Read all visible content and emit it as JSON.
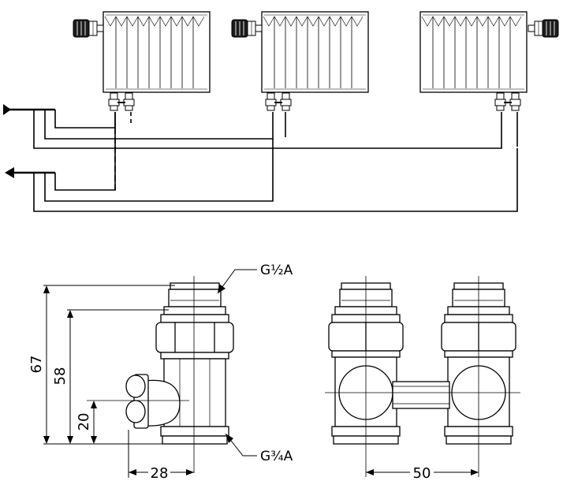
{
  "labels": {
    "thread_top": "G½A",
    "thread_bottom": "G¾A"
  },
  "dimensions": {
    "overall_height": "67",
    "nut_height": "58",
    "inlet_height": "20",
    "offset_width": "28",
    "center_distance": "50"
  },
  "icons": {
    "thermostat_head": "thermostatic-head-icon",
    "radiator": "radiator-icon",
    "flow_arrow": "arrow-left-icon",
    "valve": "h-valve-icon"
  }
}
